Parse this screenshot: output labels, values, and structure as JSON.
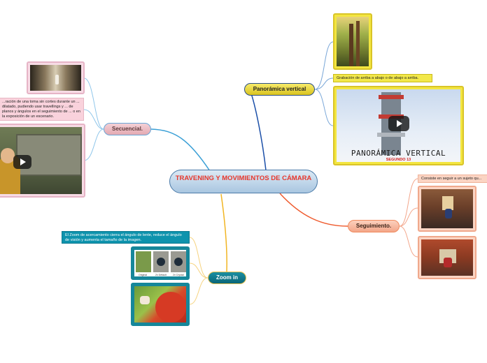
{
  "central": {
    "title": "TRAVENING Y MOVIMIENTOS DE CÁMARA"
  },
  "nodes": {
    "secuencial": "Secuencial.",
    "panoramica": "Panorámica vertical",
    "seguimiento": "Seguimiento.",
    "zoom": "Zoom in"
  },
  "notes": {
    "secuencial": "...ración de una toma sin cortes durante un ... dilatado, pudiendo usar travellings y ... de planos y ángulos en el seguimiento de ... o en la exposición de un escenario.",
    "panoramica": "Grabación de arriba a abajo o de abajo a arriba.",
    "seguimiento": "Consiste en seguir a un sujeto qu...",
    "zoom": "El Zoom de acercamiento cierra el ángulo de lente, reduce el ángulo de visión y aumenta el tamaño de la imagen."
  },
  "video": {
    "title": "PANORÁMICA VERTICAL",
    "subtitle": "SEGUNDO 13"
  },
  "zoom_captions": [
    "Original",
    "2x Default",
    "2x Crystal"
  ],
  "colors": {
    "secuencial_link": "#3a9fd6",
    "panoramica_link": "#1b4fa8",
    "seguimiento_link": "#ef5b2e",
    "zoom_link": "#f1b523",
    "central_text": "#e8372c"
  }
}
